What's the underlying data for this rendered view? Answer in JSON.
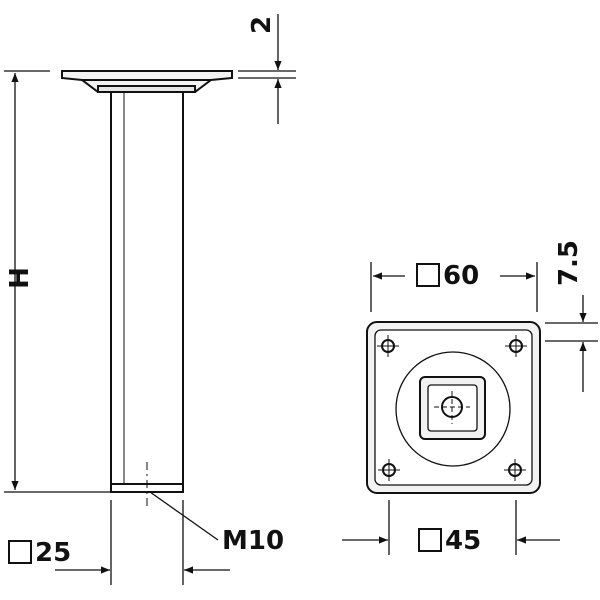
{
  "labels": {
    "height": "H",
    "plate_thickness": "2",
    "plate_size": "60",
    "hole_offset": "7.5",
    "hole_spacing": "45",
    "tube_size": "25",
    "thread": "M10"
  },
  "symbols": {
    "square_marker": "square-section-icon"
  },
  "colors": {
    "line": "#111111",
    "fill_light": "#f2f2f2",
    "fill_mid": "#dcdcdc",
    "background": "#ffffff"
  }
}
